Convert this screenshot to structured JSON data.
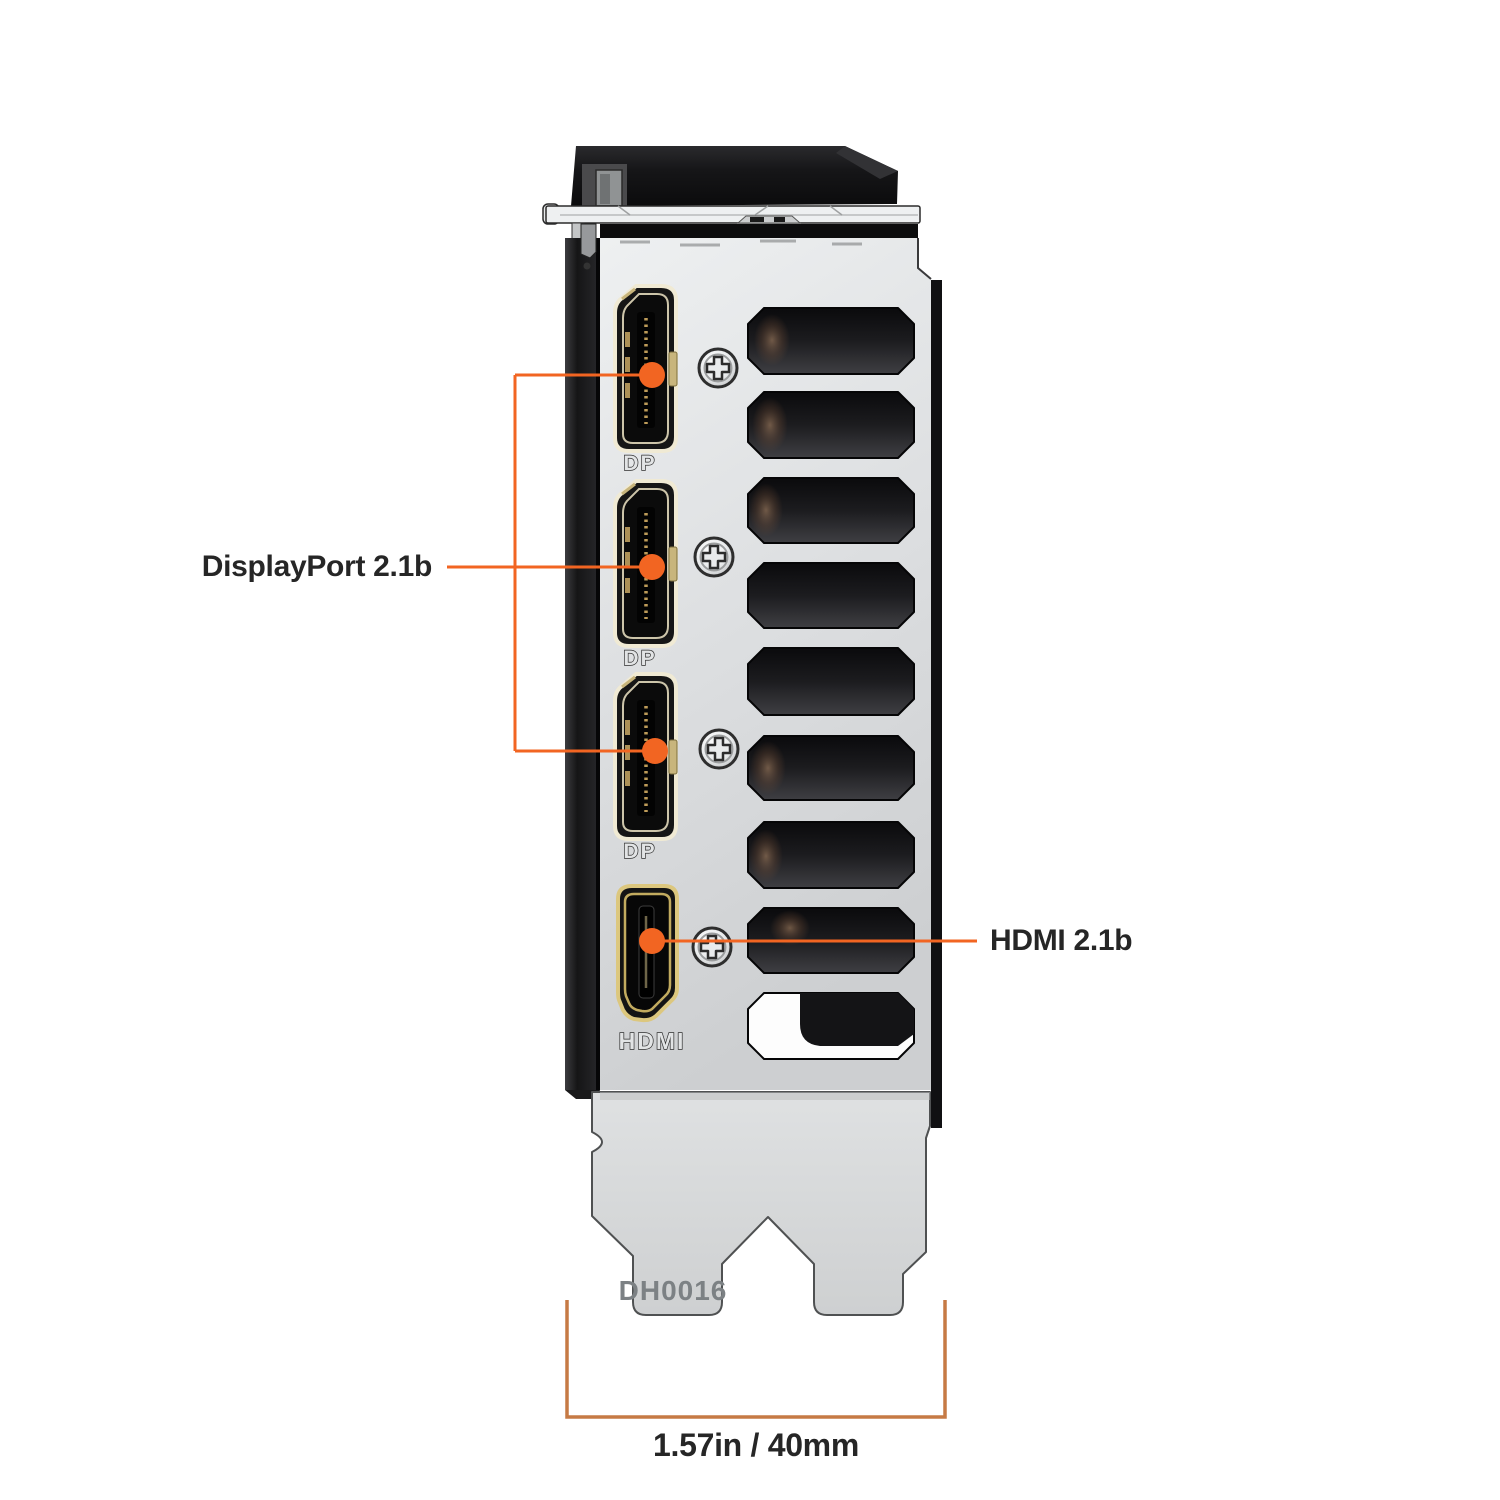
{
  "callouts": {
    "displayport": {
      "label": "DisplayPort 2.1b",
      "ports_referenced": 3
    },
    "hdmi": {
      "label": "HDMI 2.1b"
    }
  },
  "port_labels": {
    "dp": [
      "DP",
      "DP",
      "DP"
    ],
    "hdmi": "HDMI"
  },
  "bracket_stamp": "DH0016",
  "dimension": {
    "label": "1.57in / 40mm"
  },
  "colors": {
    "accent_orange": "#F26522",
    "dimension_copper": "#C67A45",
    "bracket_silver": "#DFE1E2",
    "port_gold": "#C9A55E",
    "background": "#FFFFFF"
  }
}
